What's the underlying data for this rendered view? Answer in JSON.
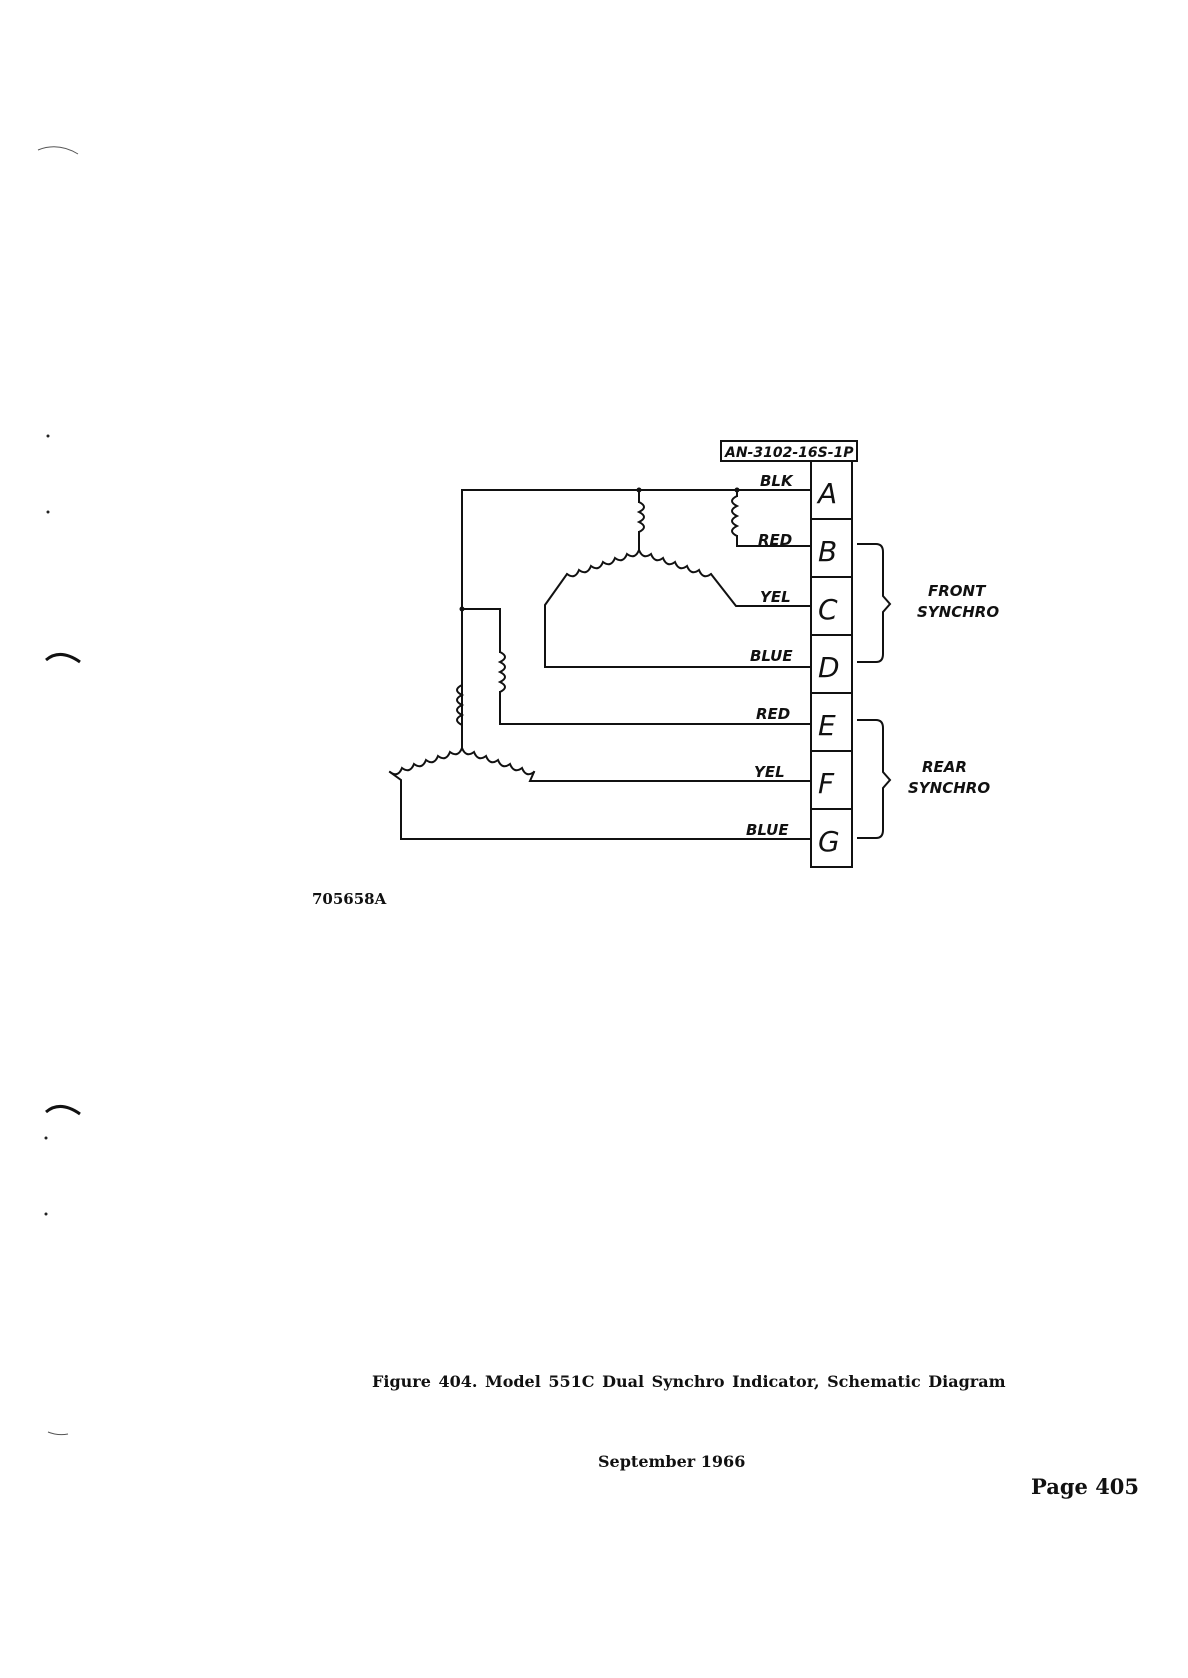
{
  "connector": {
    "label": "AN-3102-16S-1P"
  },
  "pins": [
    {
      "letter": "A",
      "wire": "BLK"
    },
    {
      "letter": "B",
      "wire": "RED"
    },
    {
      "letter": "C",
      "wire": "YEL"
    },
    {
      "letter": "D",
      "wire": "BLUE"
    },
    {
      "letter": "E",
      "wire": "RED"
    },
    {
      "letter": "F",
      "wire": "YEL"
    },
    {
      "letter": "G",
      "wire": "BLUE"
    }
  ],
  "groups": {
    "front": {
      "line1": "FRONT",
      "line2": "SYNCHRO"
    },
    "rear": {
      "line1": "REAR",
      "line2": "SYNCHRO"
    }
  },
  "drawing_number": "705658A",
  "caption": "Figure 404.  Model 551C Dual Synchro Indicator, Schematic Diagram",
  "date": "September 1966",
  "page": "Page 405"
}
